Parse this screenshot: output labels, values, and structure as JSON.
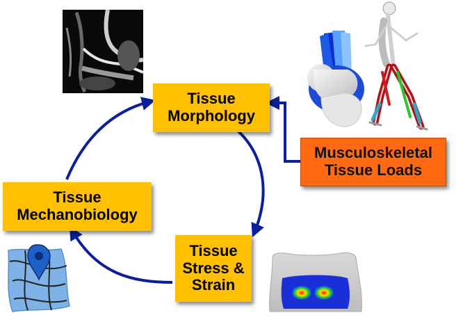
{
  "boxes": {
    "morphology": "Tissue\nMorphology",
    "mechanobiology": "Tissue\nMechanobiology",
    "stress_strain": "Tissue\nStress &\nStrain",
    "loads": "Musculoskeletal\nTissue Loads"
  },
  "colors": {
    "box_yellow": "#ffc000",
    "box_orange": "#ff6a13",
    "arrow_blue": "#0b1f9c"
  },
  "images": {
    "mri": "mri-knee-scan",
    "knee_model": "knee-ligament-model",
    "skeleton": "musculoskeletal-skeleton-model",
    "fe_model": "finite-element-strain-map",
    "cell_network": "cell-network-icon"
  }
}
